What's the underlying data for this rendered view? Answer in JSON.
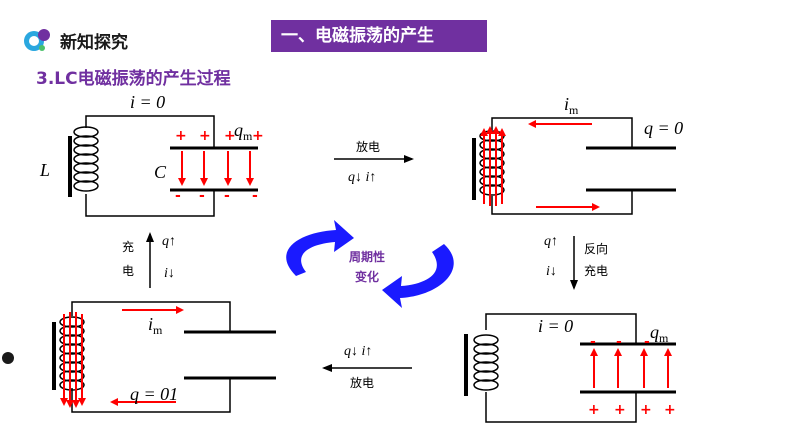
{
  "header": {
    "brand": "新知探究",
    "title": "一、电磁振荡的产生",
    "subtitle": "3.LC电磁振荡的产生过程"
  },
  "tl": {
    "i_label": "i = 0",
    "q_label": "q",
    "q_sub": "m",
    "L_label": "L",
    "C_label": "C",
    "top_signs": [
      "+",
      "+",
      "+",
      "+"
    ],
    "bottom_signs": [
      "-",
      "-",
      "-",
      "-"
    ]
  },
  "tr": {
    "i_label": "i",
    "i_sub": "m",
    "q_label": "q = 0"
  },
  "bl": {
    "i_label": "i",
    "i_sub": "m",
    "q_label": "q = 01"
  },
  "br": {
    "i_label": "i = 0",
    "q_label": "q",
    "q_sub": "m",
    "top_signs": [
      "-",
      "-",
      "-"
    ],
    "bottom_signs": [
      "+",
      "+",
      "+",
      "+"
    ]
  },
  "arrows": {
    "top": {
      "word": "放电",
      "state": "q↓  i↑"
    },
    "right": {
      "state1": "q↑",
      "state2": "i↓",
      "word1": "反向",
      "word2": "充电"
    },
    "bottom": {
      "state": "q↓  i↑",
      "word": "放电"
    },
    "left": {
      "word1": "充",
      "word2": "电",
      "state1": "q↑",
      "state2": "i↓"
    }
  },
  "center": {
    "line1": "周期性",
    "line2": "变化"
  },
  "colors": {
    "accent": "#7030a0",
    "arrow_red": "#ff0000",
    "cycle_blue": "#1a1aff"
  }
}
